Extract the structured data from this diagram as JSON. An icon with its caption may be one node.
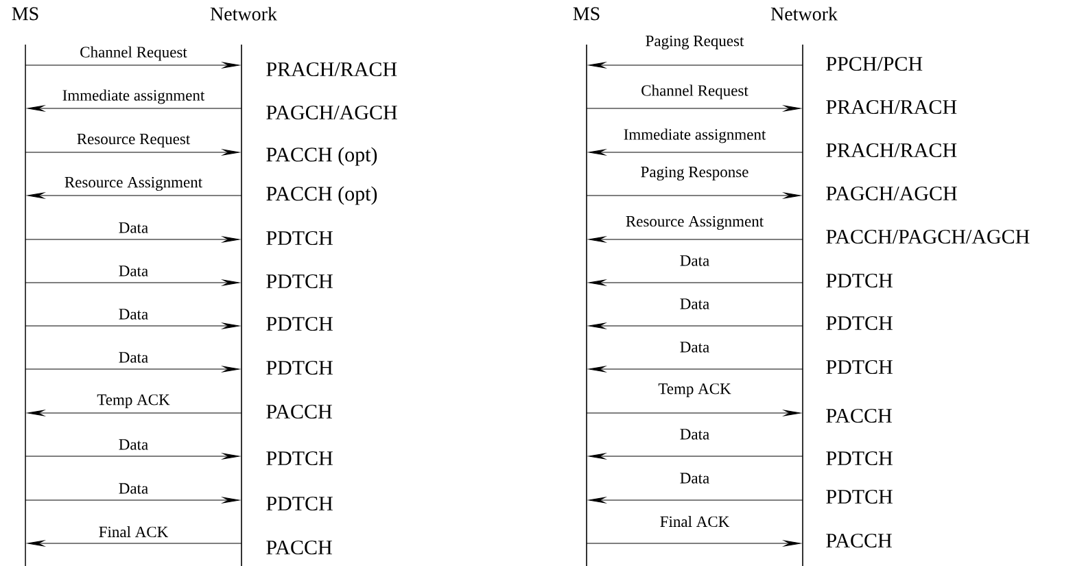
{
  "diagram": {
    "nodes": [
      {
        "text": [
          "MS"
        ]
      },
      {
        "text": [
          "Network"
        ]
      },
      {
        "text": [
          "MS"
        ]
      },
      {
        "text": [
          "Network"
        ]
      }
    ],
    "edges": [
      {
        "from": 0,
        "to": 1,
        "arrow": "to",
        "label": "Channel Request"
      },
      {
        "from": 1,
        "to": 0,
        "arrow": "to",
        "label": "Immediate assignment"
      },
      {
        "from": 0,
        "to": 1,
        "arrow": "to",
        "label": "Resource Request"
      },
      {
        "from": 1,
        "to": 0,
        "arrow": "to",
        "label": "Resource Assignment"
      },
      {
        "from": 0,
        "to": 1,
        "arrow": "to",
        "label": "Data"
      },
      {
        "from": 0,
        "to": 1,
        "arrow": "to",
        "label": "Data"
      },
      {
        "from": 0,
        "to": 1,
        "arrow": "to",
        "label": "Data"
      },
      {
        "from": 0,
        "to": 1,
        "arrow": "to",
        "label": "Data"
      },
      {
        "from": 1,
        "to": 0,
        "arrow": "to",
        "label": "Temp ACK"
      },
      {
        "from": 0,
        "to": 1,
        "arrow": "to",
        "label": "Data"
      },
      {
        "from": 0,
        "to": 1,
        "arrow": "to",
        "label": "Data"
      },
      {
        "from": 1,
        "to": 0,
        "arrow": "to",
        "label": "Final ACK"
      },
      {
        "from": 3,
        "to": 2,
        "arrow": "to",
        "label": "Paging Request"
      },
      {
        "from": 2,
        "to": 3,
        "arrow": "to",
        "label": "Channel Request"
      },
      {
        "from": 3,
        "to": 2,
        "arrow": "to",
        "label": "Immediate assignment"
      },
      {
        "from": 2,
        "to": 3,
        "arrow": "to",
        "label": "Paging Response"
      },
      {
        "from": 3,
        "to": 2,
        "arrow": "to",
        "label": "Resource Assignment"
      },
      {
        "from": 3,
        "to": 2,
        "arrow": "to",
        "label": "Data"
      },
      {
        "from": 3,
        "to": 2,
        "arrow": "to",
        "label": "Data"
      },
      {
        "from": 3,
        "to": 2,
        "arrow": "to",
        "label": "Data"
      },
      {
        "from": 2,
        "to": 3,
        "arrow": "to",
        "label": "Temp ACK"
      },
      {
        "from": 3,
        "to": 2,
        "arrow": "to",
        "label": "Data"
      },
      {
        "from": 3,
        "to": 2,
        "arrow": "to",
        "label": "Data"
      },
      {
        "from": 2,
        "to": 3,
        "arrow": "to",
        "label": "Final ACK"
      }
    ],
    "labels": [
      "PRACH/RACH",
      "PAGCH/AGCH",
      "PACCH (opt)",
      "PACCH (opt)",
      "PDTCH",
      "PDTCH",
      "PDTCH",
      "PDTCH",
      "PACCH",
      "PDTCH",
      "PDTCH",
      "PACCH",
      "PPCH/PCH",
      "PRACH/RACH",
      "PRACH/RACH",
      "PAGCH/AGCH",
      "PACCH/PAGCH/AGCH",
      "PDTCH",
      "PDTCH",
      "PDTCH",
      "PACCH",
      "PDTCH",
      "PDTCH",
      "PACCH"
    ]
  }
}
